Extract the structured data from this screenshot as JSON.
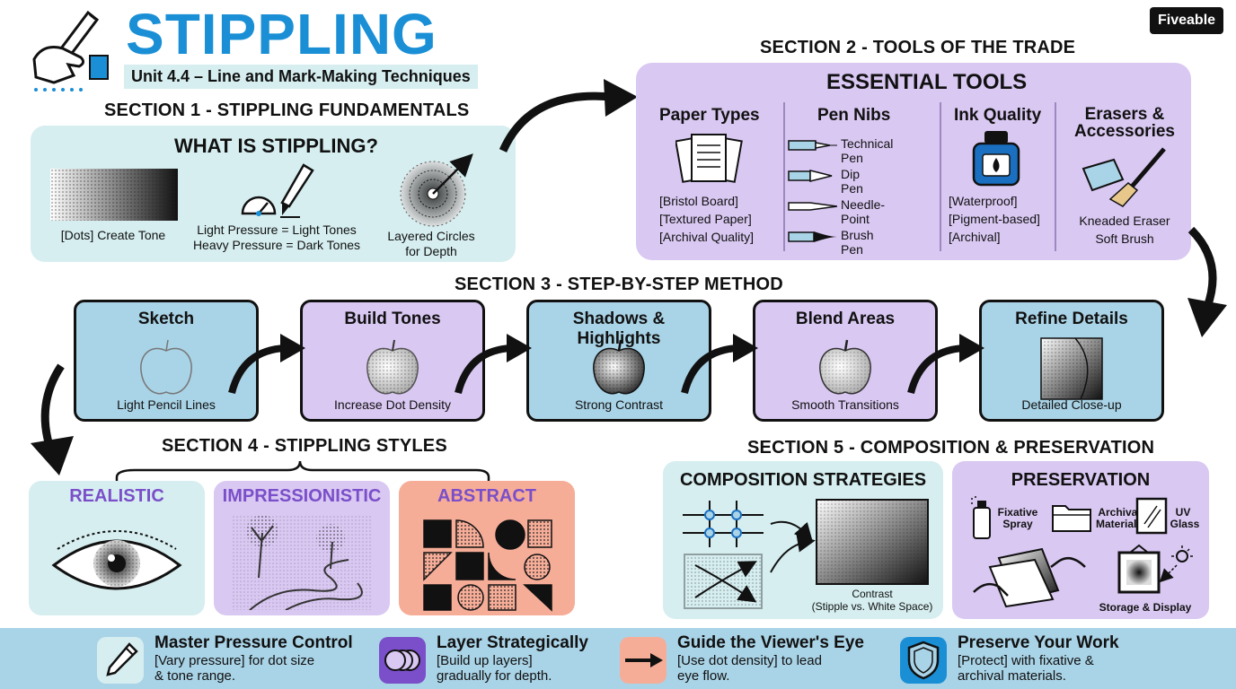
{
  "header": {
    "title": "STIPPLING",
    "subtitle": "Unit 4.4 – Line and Mark-Making Techniques",
    "brand": "Fiveable"
  },
  "section1": {
    "heading": "SECTION 1 - STIPPLING FUNDAMENTALS",
    "panel_title": "WHAT IS STIPPLING?",
    "items": [
      {
        "caption": "[Dots] Create Tone"
      },
      {
        "caption_line1": "Light Pressure = Light Tones",
        "caption_line2": "Heavy Pressure = Dark Tones"
      },
      {
        "caption_line1": "Layered Circles",
        "caption_line2": "for Depth"
      }
    ]
  },
  "section2": {
    "heading": "SECTION 2 - TOOLS OF THE TRADE",
    "panel_title": "ESSENTIAL TOOLS",
    "columns": [
      {
        "title": "Paper Types",
        "items": [
          "[Bristol Board]",
          "[Textured Paper]",
          "[Archival Quality]"
        ]
      },
      {
        "title": "Pen Nibs",
        "items": [
          "Technical Pen",
          "Dip Pen",
          "Needle-Point",
          "Brush Pen"
        ]
      },
      {
        "title": "Ink Quality",
        "items": [
          "[Waterproof]",
          "[Pigment-based]",
          "[Archival]"
        ]
      },
      {
        "title_line1": "Erasers &",
        "title_line2": "Accessories",
        "items": [
          "Kneaded Eraser",
          "Soft Brush"
        ]
      }
    ]
  },
  "section3": {
    "heading": "SECTION 3 - STEP-BY-STEP METHOD",
    "steps": [
      {
        "title": "Sketch",
        "caption": "Light Pencil Lines"
      },
      {
        "title": "Build Tones",
        "caption": "Increase Dot Density"
      },
      {
        "title": "Shadows & Highlights",
        "caption": "Strong Contrast"
      },
      {
        "title": "Blend Areas",
        "caption": "Smooth Transitions"
      },
      {
        "title": "Refine Details",
        "caption": "Detailed Close-up"
      }
    ]
  },
  "section4": {
    "heading": "SECTION 4 - STIPPLING STYLES",
    "styles": [
      {
        "label": "REALISTIC",
        "color": "#7a4fc9"
      },
      {
        "label": "IMPRESSIONISTIC",
        "color": "#7a4fc9"
      },
      {
        "label": "ABSTRACT",
        "color": "#7a4fc9"
      }
    ]
  },
  "section5": {
    "heading": "SECTION 5 - COMPOSITION & PRESERVATION",
    "composition": {
      "title": "COMPOSITION STRATEGIES",
      "caption_line1": "Contrast",
      "caption_line2": "(Stipple vs. White Space)"
    },
    "preservation": {
      "title": "PRESERVATION",
      "items": [
        {
          "line1": "Fixative",
          "line2": "Spray"
        },
        {
          "line1": "Archival",
          "line2": "Materials"
        },
        {
          "line1": "UV",
          "line2": "Glass"
        }
      ],
      "caption": "Storage & Display"
    }
  },
  "footer": {
    "items": [
      {
        "title": "Master Pressure Control",
        "line1": "[Vary pressure] for dot size",
        "line2": "& tone range.",
        "icon": "pen-icon"
      },
      {
        "title": "Layer Strategically",
        "line1": "[Build up layers]",
        "line2": "gradually for depth.",
        "icon": "layers-icon"
      },
      {
        "title": "Guide the Viewer's Eye",
        "line1": "[Use dot density] to lead",
        "line2": "eye flow.",
        "icon": "arrow-icon"
      },
      {
        "title": "Preserve Your Work",
        "line1": "[Protect] with fixative &",
        "line2": "archival materials.",
        "icon": "shield-icon"
      }
    ]
  },
  "colors": {
    "title_blue": "#1a8fd6",
    "panel_blue": "#d6eef0",
    "panel_purple": "#d9c8f2",
    "step_blue": "#a9d3e6",
    "abstract_salmon": "#f6ad98",
    "footer_band": "#a9d3e6"
  }
}
